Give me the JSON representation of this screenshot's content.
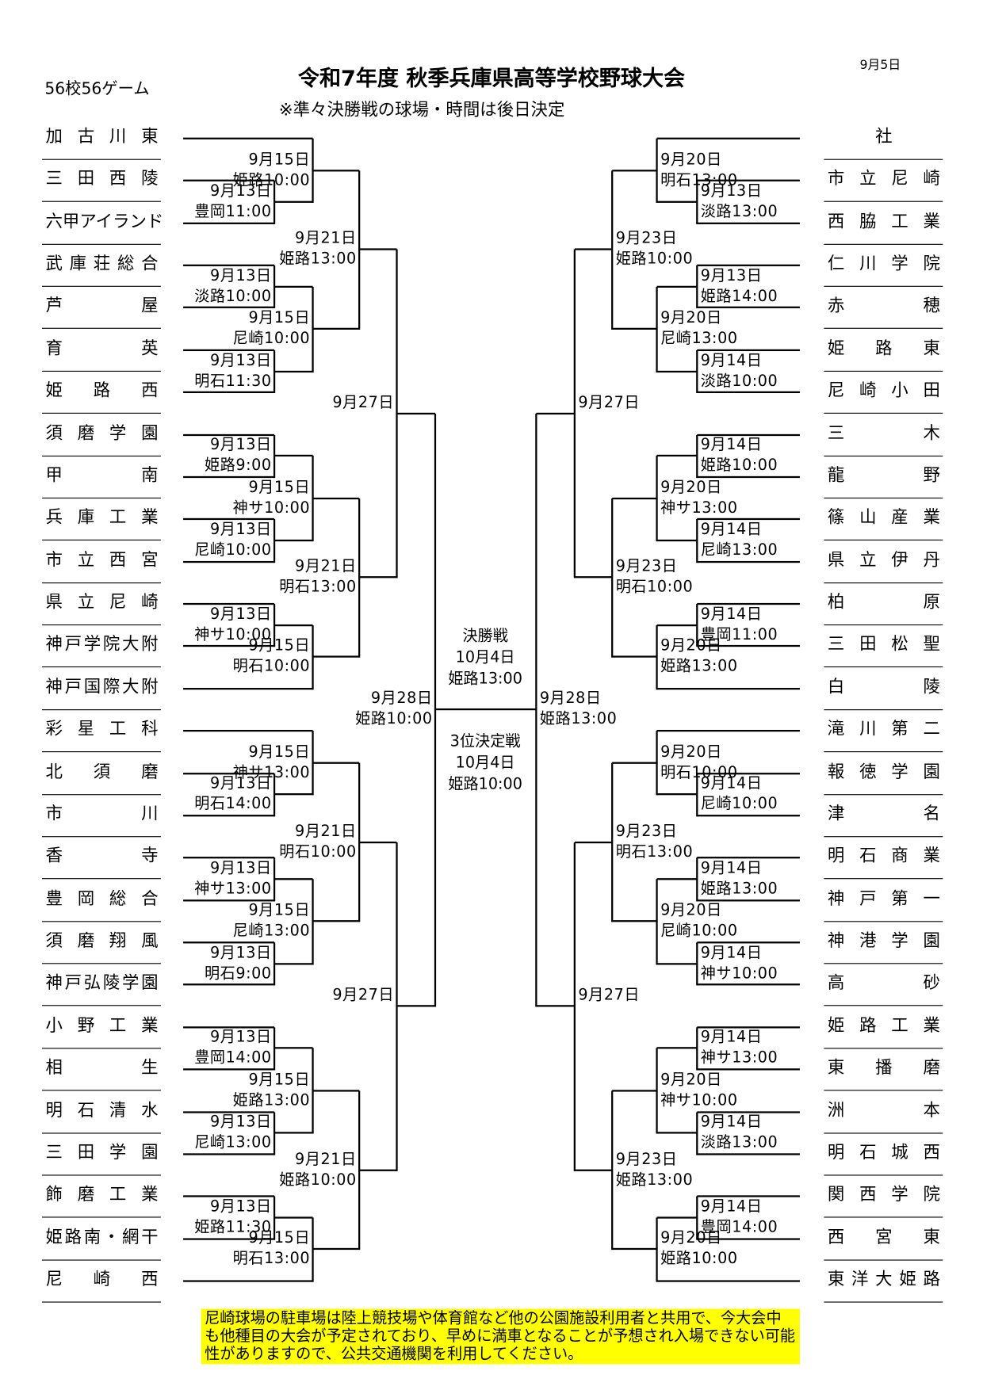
{
  "header": {
    "title": "令和7年度 秋季兵庫県高等学校野球大会",
    "subtitle": "※準々決勝戦の球場・時間は後日決定",
    "count": "56校56ゲーム",
    "issue_date": "9月5日"
  },
  "teams": {
    "left": [
      "加古川東",
      "三田西陵",
      "六甲アイランド",
      "武庫荘総合",
      "芦屋",
      "育英",
      "姫路西",
      "須磨学園",
      "甲南",
      "兵庫工業",
      "市立西宮",
      "県立尼崎",
      "神戸学院大附",
      "神戸国際大附",
      "彩星工科",
      "北須磨",
      "市川",
      "香寺",
      "豊岡総合",
      "須磨翔風",
      "神戸弘陵学園",
      "小野工業",
      "相生",
      "明石清水",
      "三田学園",
      "飾磨工業",
      "姫路南・網干",
      "尼崎西"
    ],
    "right": [
      "社",
      "市立尼崎",
      "西脇工業",
      "仁川学院",
      "赤穂",
      "姫路東",
      "尼崎小田",
      "三木",
      "龍野",
      "篠山産業",
      "県立伊丹",
      "柏原",
      "三田松聖",
      "白陵",
      "滝川第二",
      "報徳学園",
      "津名",
      "明石商業",
      "神戸第一",
      "神港学園",
      "高砂",
      "姫路工業",
      "東播磨",
      "洲本",
      "明石城西",
      "関西学院",
      "西宮東",
      "東洋大姫路"
    ]
  },
  "bracket": {
    "left": {
      "round": 5,
      "date": "9月28日",
      "venue": "姫路10:00",
      "children": [
        {
          "round": 4,
          "date": "9月27日",
          "children": [
            {
              "round": 3,
              "date": "9月21日",
              "venue": "姫路13:00",
              "children": [
                {
                  "round": 2,
                  "date": "9月15日",
                  "venue": "姫路10:00",
                  "children": [
                    {
                      "team": 0
                    },
                    {
                      "round": 1,
                      "date": "9月13日",
                      "venue": "豊岡11:00",
                      "children": [
                        {
                          "team": 1
                        },
                        {
                          "team": 2
                        }
                      ]
                    }
                  ]
                },
                {
                  "round": 2,
                  "date": "9月15日",
                  "venue": "尼崎10:00",
                  "children": [
                    {
                      "round": 1,
                      "date": "9月13日",
                      "venue": "淡路10:00",
                      "children": [
                        {
                          "team": 3
                        },
                        {
                          "team": 4
                        }
                      ]
                    },
                    {
                      "round": 1,
                      "date": "9月13日",
                      "venue": "明石11:30",
                      "children": [
                        {
                          "team": 5
                        },
                        {
                          "team": 6
                        }
                      ]
                    }
                  ]
                }
              ]
            },
            {
              "round": 3,
              "date": "9月21日",
              "venue": "明石13:00",
              "children": [
                {
                  "round": 2,
                  "date": "9月15日",
                  "venue": "神サ10:00",
                  "children": [
                    {
                      "round": 1,
                      "date": "9月13日",
                      "venue": "姫路9:00",
                      "children": [
                        {
                          "team": 7
                        },
                        {
                          "team": 8
                        }
                      ]
                    },
                    {
                      "round": 1,
                      "date": "9月13日",
                      "venue": "尼崎10:00",
                      "children": [
                        {
                          "team": 9
                        },
                        {
                          "team": 10
                        }
                      ]
                    }
                  ]
                },
                {
                  "round": 2,
                  "date": "9月15日",
                  "venue": "明石10:00",
                  "children": [
                    {
                      "round": 1,
                      "date": "9月13日",
                      "venue": "神サ10:00",
                      "children": [
                        {
                          "team": 11
                        },
                        {
                          "team": 12
                        }
                      ]
                    },
                    {
                      "team": 13
                    }
                  ]
                }
              ]
            }
          ]
        },
        {
          "round": 4,
          "date": "9月27日",
          "children": [
            {
              "round": 3,
              "date": "9月21日",
              "venue": "明石10:00",
              "children": [
                {
                  "round": 2,
                  "date": "9月15日",
                  "venue": "神サ13:00",
                  "children": [
                    {
                      "team": 14
                    },
                    {
                      "round": 1,
                      "date": "9月13日",
                      "venue": "明石14:00",
                      "children": [
                        {
                          "team": 15
                        },
                        {
                          "team": 16
                        }
                      ]
                    }
                  ]
                },
                {
                  "round": 2,
                  "date": "9月15日",
                  "venue": "尼崎13:00",
                  "children": [
                    {
                      "round": 1,
                      "date": "9月13日",
                      "venue": "神サ13:00",
                      "children": [
                        {
                          "team": 17
                        },
                        {
                          "team": 18
                        }
                      ]
                    },
                    {
                      "round": 1,
                      "date": "9月13日",
                      "venue": "明石9:00",
                      "children": [
                        {
                          "team": 19
                        },
                        {
                          "team": 20
                        }
                      ]
                    }
                  ]
                }
              ]
            },
            {
              "round": 3,
              "date": "9月21日",
              "venue": "姫路10:00",
              "children": [
                {
                  "round": 2,
                  "date": "9月15日",
                  "venue": "姫路13:00",
                  "children": [
                    {
                      "round": 1,
                      "date": "9月13日",
                      "venue": "豊岡14:00",
                      "children": [
                        {
                          "team": 21
                        },
                        {
                          "team": 22
                        }
                      ]
                    },
                    {
                      "round": 1,
                      "date": "9月13日",
                      "venue": "尼崎13:00",
                      "children": [
                        {
                          "team": 23
                        },
                        {
                          "team": 24
                        }
                      ]
                    }
                  ]
                },
                {
                  "round": 2,
                  "date": "9月15日",
                  "venue": "明石13:00",
                  "children": [
                    {
                      "round": 1,
                      "date": "9月13日",
                      "venue": "姫路11:30",
                      "children": [
                        {
                          "team": 25
                        },
                        {
                          "team": 26
                        }
                      ]
                    },
                    {
                      "team": 27
                    }
                  ]
                }
              ]
            }
          ]
        }
      ]
    },
    "right": {
      "round": 5,
      "date": "9月28日",
      "venue": "姫路13:00",
      "children": [
        {
          "round": 4,
          "date": "9月27日",
          "children": [
            {
              "round": 3,
              "date": "9月23日",
              "venue": "姫路10:00",
              "children": [
                {
                  "round": 2,
                  "date": "9月20日",
                  "venue": "明石13:00",
                  "children": [
                    {
                      "team": 0
                    },
                    {
                      "round": 1,
                      "date": "9月13日",
                      "venue": "淡路13:00",
                      "children": [
                        {
                          "team": 1
                        },
                        {
                          "team": 2
                        }
                      ]
                    }
                  ]
                },
                {
                  "round": 2,
                  "date": "9月20日",
                  "venue": "尼崎13:00",
                  "children": [
                    {
                      "round": 1,
                      "date": "9月13日",
                      "venue": "姫路14:00",
                      "children": [
                        {
                          "team": 3
                        },
                        {
                          "team": 4
                        }
                      ]
                    },
                    {
                      "round": 1,
                      "date": "9月14日",
                      "venue": "淡路10:00",
                      "children": [
                        {
                          "team": 5
                        },
                        {
                          "team": 6
                        }
                      ]
                    }
                  ]
                }
              ]
            },
            {
              "round": 3,
              "date": "9月23日",
              "venue": "明石10:00",
              "children": [
                {
                  "round": 2,
                  "date": "9月20日",
                  "venue": "神サ13:00",
                  "children": [
                    {
                      "round": 1,
                      "date": "9月14日",
                      "venue": "姫路10:00",
                      "children": [
                        {
                          "team": 7
                        },
                        {
                          "team": 8
                        }
                      ]
                    },
                    {
                      "round": 1,
                      "date": "9月14日",
                      "venue": "尼崎13:00",
                      "children": [
                        {
                          "team": 9
                        },
                        {
                          "team": 10
                        }
                      ]
                    }
                  ]
                },
                {
                  "round": 2,
                  "date": "9月20日",
                  "venue": "姫路13:00",
                  "children": [
                    {
                      "round": 1,
                      "date": "9月14日",
                      "venue": "豊岡11:00",
                      "children": [
                        {
                          "team": 11
                        },
                        {
                          "team": 12
                        }
                      ]
                    },
                    {
                      "team": 13
                    }
                  ]
                }
              ]
            }
          ]
        },
        {
          "round": 4,
          "date": "9月27日",
          "children": [
            {
              "round": 3,
              "date": "9月23日",
              "venue": "明石13:00",
              "children": [
                {
                  "round": 2,
                  "date": "9月20日",
                  "venue": "明石10:00",
                  "children": [
                    {
                      "team": 14
                    },
                    {
                      "round": 1,
                      "date": "9月14日",
                      "venue": "尼崎10:00",
                      "children": [
                        {
                          "team": 15
                        },
                        {
                          "team": 16
                        }
                      ]
                    }
                  ]
                },
                {
                  "round": 2,
                  "date": "9月20日",
                  "venue": "尼崎10:00",
                  "children": [
                    {
                      "round": 1,
                      "date": "9月14日",
                      "venue": "姫路13:00",
                      "children": [
                        {
                          "team": 17
                        },
                        {
                          "team": 18
                        }
                      ]
                    },
                    {
                      "round": 1,
                      "date": "9月14日",
                      "venue": "神サ10:00",
                      "children": [
                        {
                          "team": 19
                        },
                        {
                          "team": 20
                        }
                      ]
                    }
                  ]
                }
              ]
            },
            {
              "round": 3,
              "date": "9月23日",
              "venue": "姫路13:00",
              "children": [
                {
                  "round": 2,
                  "date": "9月20日",
                  "venue": "神サ10:00",
                  "children": [
                    {
                      "round": 1,
                      "date": "9月14日",
                      "venue": "神サ13:00",
                      "children": [
                        {
                          "team": 21
                        },
                        {
                          "team": 22
                        }
                      ]
                    },
                    {
                      "round": 1,
                      "date": "9月14日",
                      "venue": "淡路13:00",
                      "children": [
                        {
                          "team": 23
                        },
                        {
                          "team": 24
                        }
                      ]
                    }
                  ]
                },
                {
                  "round": 2,
                  "date": "9月20日",
                  "venue": "姫路10:00",
                  "children": [
                    {
                      "round": 1,
                      "date": "9月14日",
                      "venue": "豊岡14:00",
                      "children": [
                        {
                          "team": 25
                        },
                        {
                          "team": 26
                        }
                      ]
                    },
                    {
                      "team": 27
                    }
                  ]
                }
              ]
            }
          ]
        }
      ]
    }
  },
  "final": {
    "title": "決勝戦",
    "date": "10月4日",
    "venue": "姫路13:00"
  },
  "third_place": {
    "title": "3位決定戦",
    "date": "10月4日",
    "venue": "姫路10:00"
  },
  "notice": "尼崎球場の駐車場は陸上競技場や体育館など他の公園施設利用者と共用で、今大会中も他種目の大会が予定されており、早めに満車となることが予想され入場できない可能性がありますので、公共交通機関を利用してください。",
  "colors": {
    "notice_bg": "#ffff00",
    "line": "#000000"
  }
}
